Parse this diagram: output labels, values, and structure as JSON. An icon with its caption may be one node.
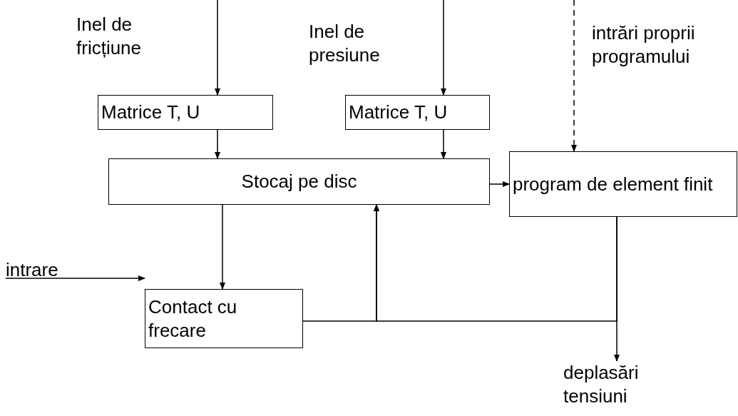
{
  "diagram": {
    "nodes": [
      {
        "text": [
          "Matrice T, U"
        ]
      },
      {
        "text": [
          "Matrice T, U"
        ]
      },
      {
        "text": [
          "Stocaj pe disc"
        ]
      },
      {
        "text": [
          "program de element finit"
        ]
      },
      {
        "text": [
          "intrare"
        ]
      },
      {
        "text": [
          "Contact cu frecare"
        ]
      },
      {
        "text": [
          "deplasări tensiuni"
        ]
      }
    ],
    "edges": [
      {
        "from": null,
        "to": 0,
        "arrow": "to"
      },
      {
        "from": null,
        "to": 1,
        "arrow": "to"
      },
      {
        "from": null,
        "to": 3,
        "arrow": "to",
        "style": "dashed"
      },
      {
        "from": 0,
        "to": 2,
        "arrow": "to"
      },
      {
        "from": 1,
        "to": 2,
        "arrow": "to"
      },
      {
        "from": 2,
        "to": 3,
        "arrow": "to"
      },
      {
        "from": 2,
        "to": 5,
        "arrow": "to"
      },
      {
        "from": 4,
        "to": 5,
        "arrow": "to"
      },
      {
        "from": 5,
        "to": 2,
        "arrow": "to"
      },
      {
        "from": 3,
        "to": 2,
        "arrow": "to"
      },
      {
        "from": 3,
        "to": 6,
        "arrow": "to"
      }
    ],
    "labels": [
      "Inel de fricțiune",
      "Inel de presiune",
      "intrări proprii programului"
    ]
  }
}
